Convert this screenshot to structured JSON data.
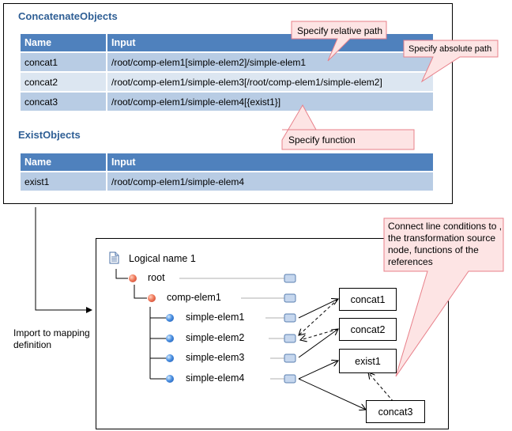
{
  "concatenate": {
    "title": "ConcatenateObjects",
    "headers": [
      "Name",
      "Input"
    ],
    "rows": [
      {
        "name": "concat1",
        "input": "/root/comp-elem1[simple-elem2]/simple-elem1"
      },
      {
        "name": "concat2",
        "input": "/root/comp-elem1/simple-elem3[/root/comp-elem1/simple-elem2]"
      },
      {
        "name": "concat3",
        "input": "/root/comp-elem1/simple-elem4[{exist1}]"
      }
    ]
  },
  "exist": {
    "title": "ExistObjects",
    "headers": [
      "Name",
      "Input"
    ],
    "rows": [
      {
        "name": "exist1",
        "input": "/root/comp-elem1/simple-elem4"
      }
    ]
  },
  "callouts": {
    "relative": "Specify relative path",
    "absolute": "Specify absolute path",
    "function": "Specify function",
    "connect": [
      "Connect line conditions to ,",
      "the transformation source",
      "node, functions of the",
      "references"
    ]
  },
  "import_label": [
    "Import to mapping",
    "definition"
  ],
  "tree": {
    "logical_name": "Logical name 1",
    "root": "root",
    "comp": "comp-elem1",
    "simple": [
      "simple-elem1",
      "simple-elem2",
      "simple-elem3",
      "simple-elem4"
    ]
  },
  "targets": {
    "concat1": "concat1",
    "concat2": "concat2",
    "exist1": "exist1",
    "concat3": "concat3"
  },
  "colors": {
    "header_bg": "#4f81bd",
    "row_dark": "#b8cce4",
    "row_light": "#dce6f1",
    "callout_fill": "#fde4e4",
    "callout_border": "#e8808a",
    "title_blue": "#2f5f95"
  }
}
